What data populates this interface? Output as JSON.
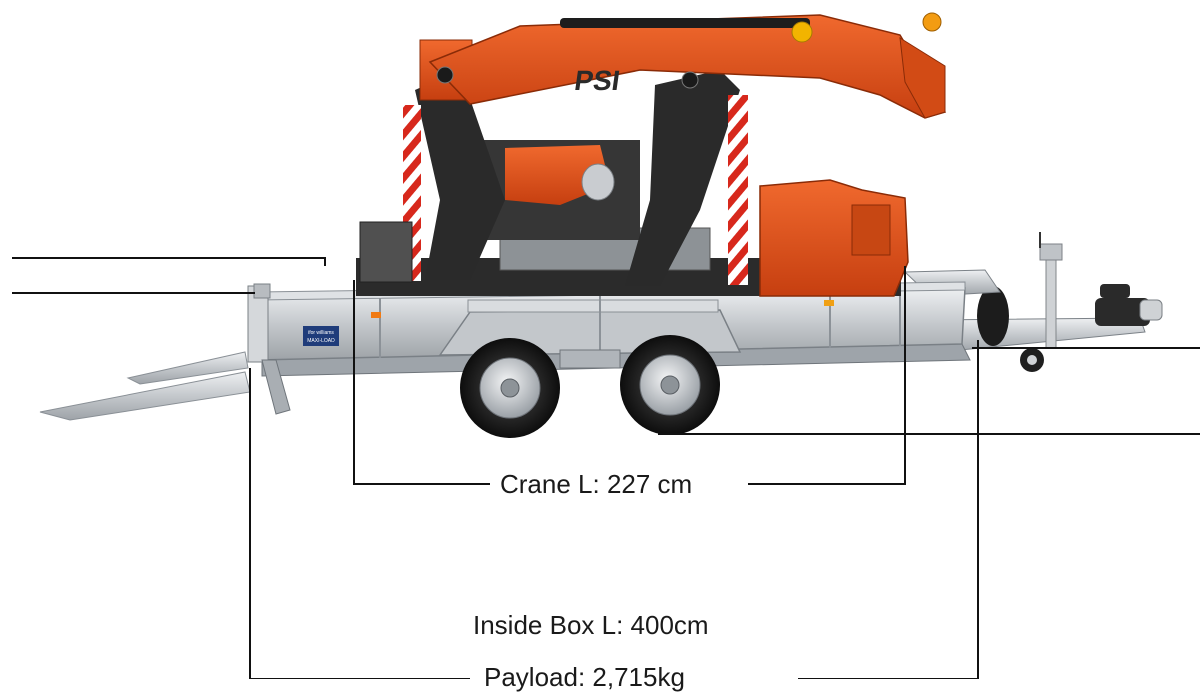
{
  "annotations": {
    "crane_length": "Crane L: 227 cm",
    "inside_box_length": "Inside Box L: 400cm",
    "payload": "Payload: 2,715kg"
  },
  "colors": {
    "crane_orange": "#e4511b",
    "crane_dark": "#2b2b2b",
    "trailer_silver": "#c9ccd0",
    "dimension_line": "#111111",
    "hazard_red": "#d7281c"
  },
  "brand_plate": {
    "line1": "ifor williams",
    "line2": "MAXI-LOAD"
  },
  "crane_badge": "PSI"
}
